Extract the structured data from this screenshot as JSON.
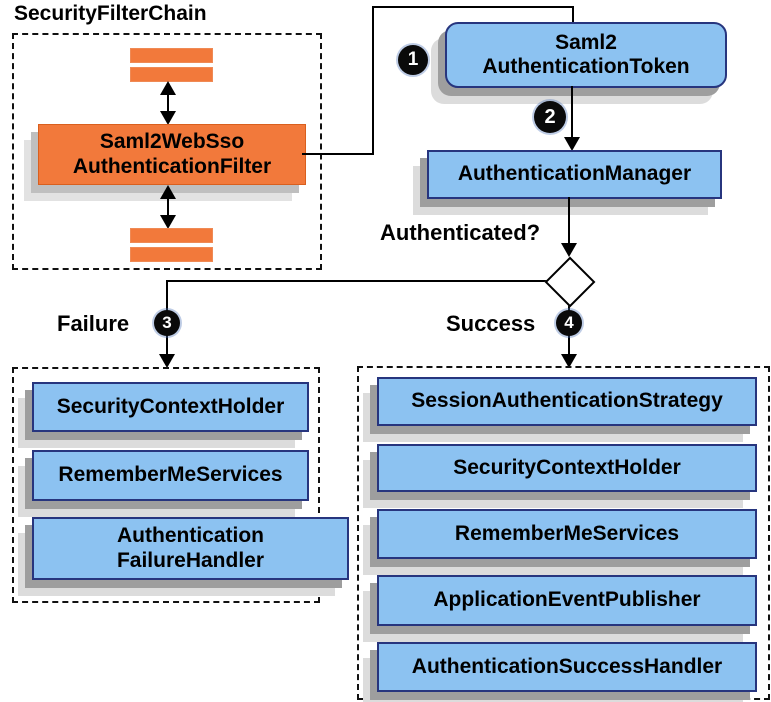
{
  "diagram": {
    "title": "SecurityFilterChain",
    "filter_chain": {
      "filter_name": "Saml2WebSso AuthenticationFilter"
    },
    "flow": {
      "token_name": "Saml2 AuthenticationToken",
      "manager_name": "AuthenticationManager",
      "question_label": "Authenticated?",
      "failure_label": "Failure",
      "success_label": "Success",
      "steps": {
        "s1": "1",
        "s2": "2",
        "s3": "3",
        "s4": "4"
      }
    },
    "failure": {
      "items": [
        "SecurityContextHolder",
        "RememberMeServices",
        "Authentication FailureHandler"
      ]
    },
    "success": {
      "items": [
        "SessionAuthenticationStrategy",
        "SecurityContextHolder",
        "RememberMeServices",
        "ApplicationEventPublisher",
        "AuthenticationSuccessHandler"
      ]
    },
    "colors": {
      "orange": "#f2793b",
      "blue_fill": "#8cc2f1",
      "blue_border": "#27357e",
      "line": "#000000",
      "shadow_dark": "#9e9e9e",
      "shadow_light": "#dcdcdc"
    }
  }
}
